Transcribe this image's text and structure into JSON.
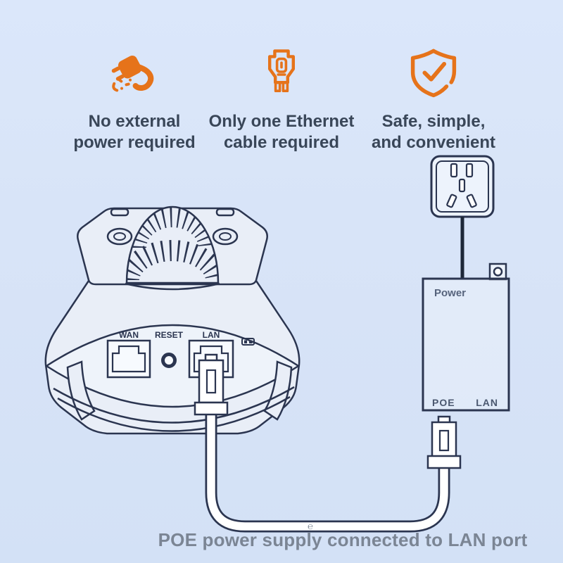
{
  "features": [
    {
      "icon": "no-external-power-plug-icon",
      "line1": "No external",
      "line2": "power required"
    },
    {
      "icon": "ethernet-cable-plug-icon",
      "line1": "Only one Ethernet",
      "line2": "cable required"
    },
    {
      "icon": "shield-check-icon",
      "line1": "Safe, simple,",
      "line2": "and convenient"
    }
  ],
  "diagram": {
    "device": {
      "wan": "WAN",
      "reset": "RESET",
      "lan": "LAN"
    },
    "injector": {
      "power": "Power",
      "poe": "POE",
      "lan": "LAN"
    }
  },
  "caption": {
    "text": "POE power supply connected to LAN port",
    "artifact": "℮"
  },
  "colors": {
    "background": "#d7e3f7",
    "accent_orange": "#e6731a",
    "line_navy": "#2b3550",
    "device_fill": "#e9eef7",
    "feature_text": "#394658",
    "caption_gray": "#7b8594",
    "cord_black": "#1d2738"
  }
}
